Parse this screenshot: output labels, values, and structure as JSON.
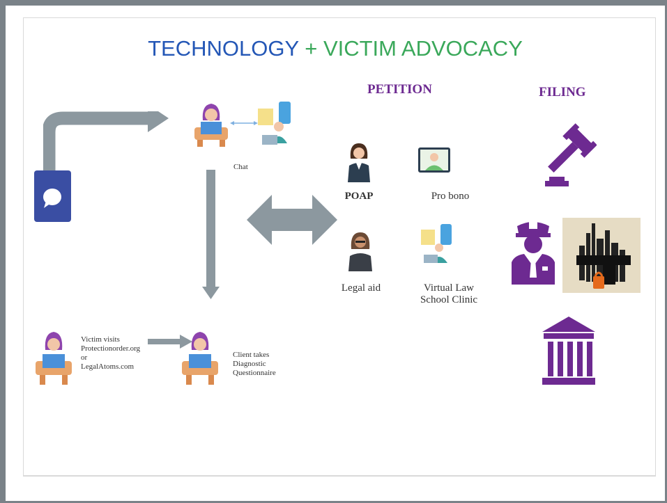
{
  "title": {
    "part1": "TECHNOLOGY",
    "plus": " + ",
    "part2": "VICTIM ADVOCACY"
  },
  "colors": {
    "title_blue": "#2457b6",
    "title_green": "#3aa85a",
    "purple": "#6d2a91",
    "arrow_gray": "#8c989f"
  },
  "headings": {
    "petition": "PETITION",
    "filing": "FILING"
  },
  "flow": {
    "chat_label": "Chat",
    "victim_visits": [
      "Victim visits",
      "Protectionorder.org",
      "or",
      "LegalAtoms.com"
    ],
    "client_takes": [
      "Client takes",
      "Diagnostic",
      "Questionnaire"
    ]
  },
  "petition_options": {
    "poap": "POAP",
    "pro_bono": "Pro bono",
    "legal_aid": "Legal aid",
    "virtual_clinic": [
      "Virtual Law",
      "School Clinic"
    ]
  },
  "icons": {
    "chat_app": "chat-bubble-app-icon",
    "person_laptop": "woman-laptop-icon",
    "help_desk": "help-desk-agent-icon",
    "lawyer_woman": "businesswoman-icon",
    "video_call": "video-call-icon",
    "gavel": "gavel-icon",
    "police": "police-officer-icon",
    "city_gun": "city-gun-lock-icon",
    "courthouse": "courthouse-icon"
  }
}
